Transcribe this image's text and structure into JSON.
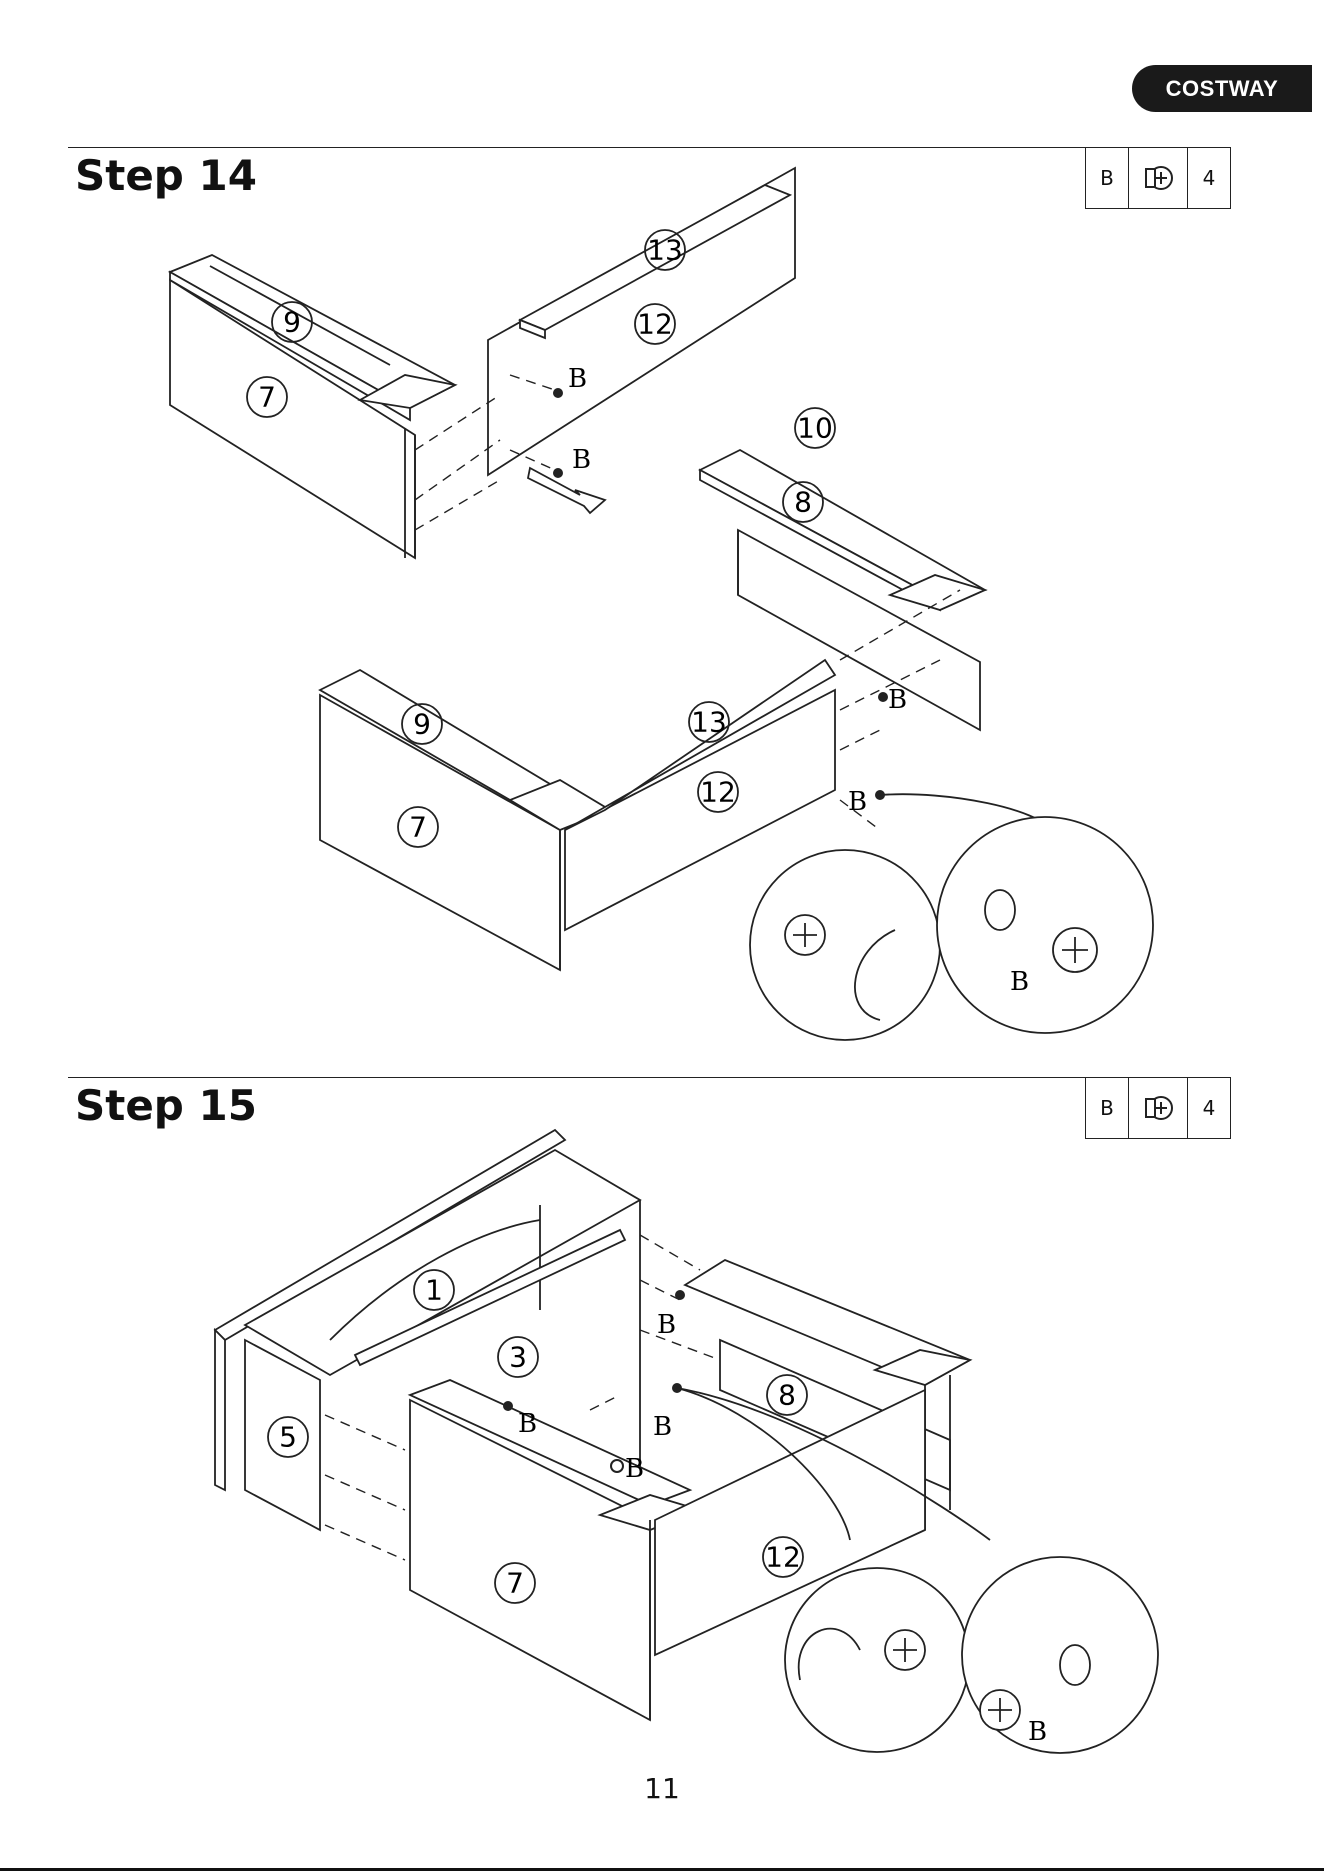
{
  "brand": "COSTWAY",
  "steps": [
    {
      "title": "Step 14",
      "hardware": {
        "letter": "B",
        "icon": "cam-lock-icon",
        "quantity": "4"
      },
      "part_labels": [
        "13",
        "9",
        "12",
        "7",
        "10",
        "8",
        "9",
        "13",
        "12",
        "7"
      ],
      "hardware_labels": [
        "B",
        "B",
        "B",
        "B",
        "B"
      ]
    },
    {
      "title": "Step 15",
      "hardware": {
        "letter": "B",
        "icon": "cam-lock-icon",
        "quantity": "4"
      },
      "part_labels": [
        "1",
        "3",
        "5",
        "8",
        "7",
        "12"
      ],
      "hardware_labels": [
        "B",
        "B",
        "B",
        "B",
        "B"
      ]
    }
  ],
  "page_number": "11"
}
